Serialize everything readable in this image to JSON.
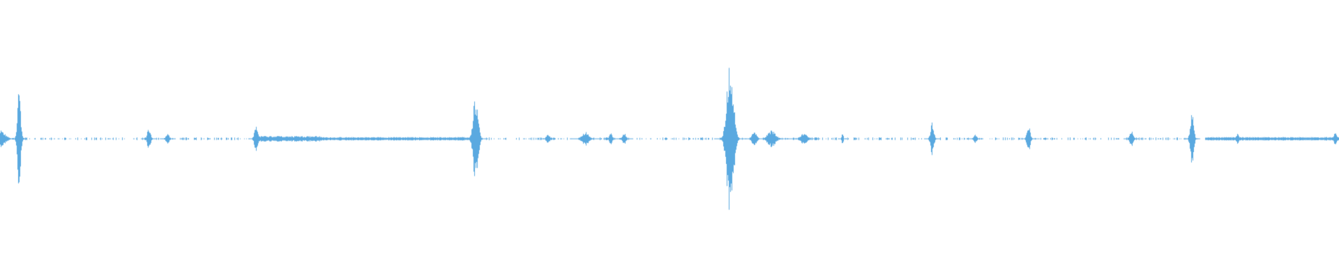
{
  "waveform": {
    "color": "#5aa9e0",
    "background": "#ffffff",
    "duration_fraction_axis": "normalized",
    "baseline_level": 0.02,
    "spikes": [
      {
        "t": 0.0,
        "amp": 0.06,
        "width": 0.006
      },
      {
        "t": 0.014,
        "amp": 0.4,
        "width": 0.002
      },
      {
        "t": 0.111,
        "amp": 0.08,
        "width": 0.002
      },
      {
        "t": 0.125,
        "amp": 0.04,
        "width": 0.002
      },
      {
        "t": 0.191,
        "amp": 0.1,
        "width": 0.002
      },
      {
        "t": 0.355,
        "amp": 0.32,
        "width": 0.003
      },
      {
        "t": 0.409,
        "amp": 0.04,
        "width": 0.002
      },
      {
        "t": 0.437,
        "amp": 0.05,
        "width": 0.004
      },
      {
        "t": 0.456,
        "amp": 0.04,
        "width": 0.002
      },
      {
        "t": 0.466,
        "amp": 0.05,
        "width": 0.002
      },
      {
        "t": 0.545,
        "amp": 0.58,
        "width": 0.004
      },
      {
        "t": 0.563,
        "amp": 0.05,
        "width": 0.003
      },
      {
        "t": 0.576,
        "amp": 0.06,
        "width": 0.005
      },
      {
        "t": 0.6,
        "amp": 0.04,
        "width": 0.004
      },
      {
        "t": 0.629,
        "amp": 0.04,
        "width": 0.001
      },
      {
        "t": 0.696,
        "amp": 0.12,
        "width": 0.002
      },
      {
        "t": 0.728,
        "amp": 0.03,
        "width": 0.002
      },
      {
        "t": 0.768,
        "amp": 0.1,
        "width": 0.002
      },
      {
        "t": 0.845,
        "amp": 0.07,
        "width": 0.002
      },
      {
        "t": 0.89,
        "amp": 0.22,
        "width": 0.002
      },
      {
        "t": 0.924,
        "amp": 0.04,
        "width": 0.002
      },
      {
        "t": 0.997,
        "amp": 0.05,
        "width": 0.002
      }
    ],
    "dense_segments": [
      {
        "start": 0.191,
        "end": 0.24,
        "level": 0.02
      },
      {
        "start": 0.24,
        "end": 0.355,
        "level": 0.012
      },
      {
        "start": 0.9,
        "end": 1.0,
        "level": 0.012
      }
    ]
  }
}
